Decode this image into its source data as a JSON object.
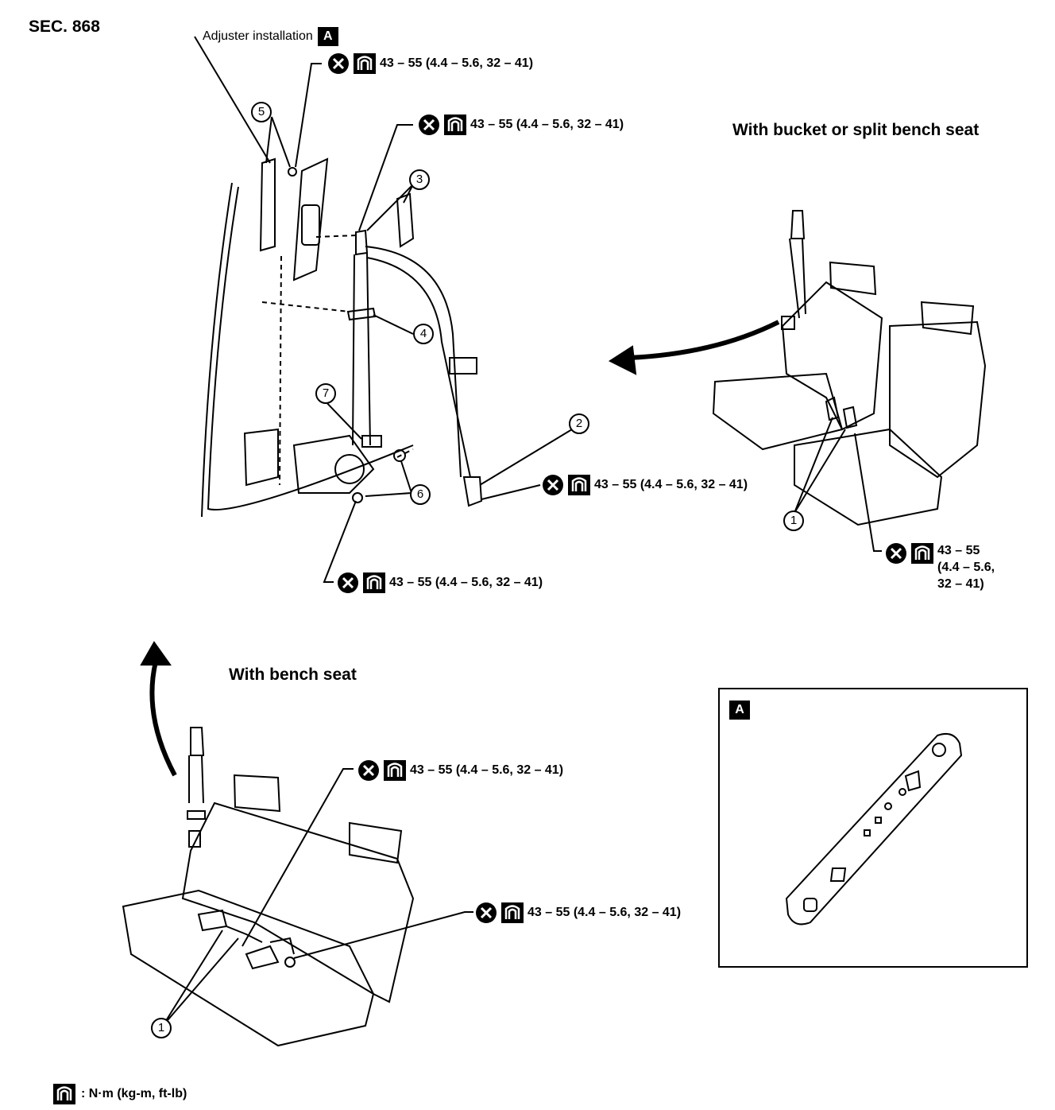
{
  "section": "SEC. 868",
  "adjuster": {
    "label": "Adjuster installation",
    "badge": "A"
  },
  "headings": {
    "bucket": "With bucket or split bench seat",
    "bench": "With bench seat"
  },
  "torque": {
    "t1": "43 – 55 (4.4 – 5.6, 32 – 41)",
    "t2": "43 – 55 (4.4 – 5.6, 32 – 41)",
    "t3": "43 – 55 (4.4 – 5.6, 32 – 41)",
    "t4": "43 – 55 (4.4 – 5.6, 32 – 41)",
    "t5_line1": "43 – 55",
    "t5_line2": "(4.4 – 5.6,",
    "t5_line3": "32 – 41)",
    "t6": "43 – 55 (4.4 – 5.6, 32 – 41)",
    "t7": "43 – 55 (4.4 – 5.6, 32 – 41)"
  },
  "callouts": {
    "c1a": "1",
    "c1b": "1",
    "c2": "2",
    "c3": "3",
    "c4": "4",
    "c5": "5",
    "c6": "6",
    "c7": "7"
  },
  "detail_panel": {
    "badge": "A"
  },
  "legend": ": N·m (kg-m, ft-lb)"
}
